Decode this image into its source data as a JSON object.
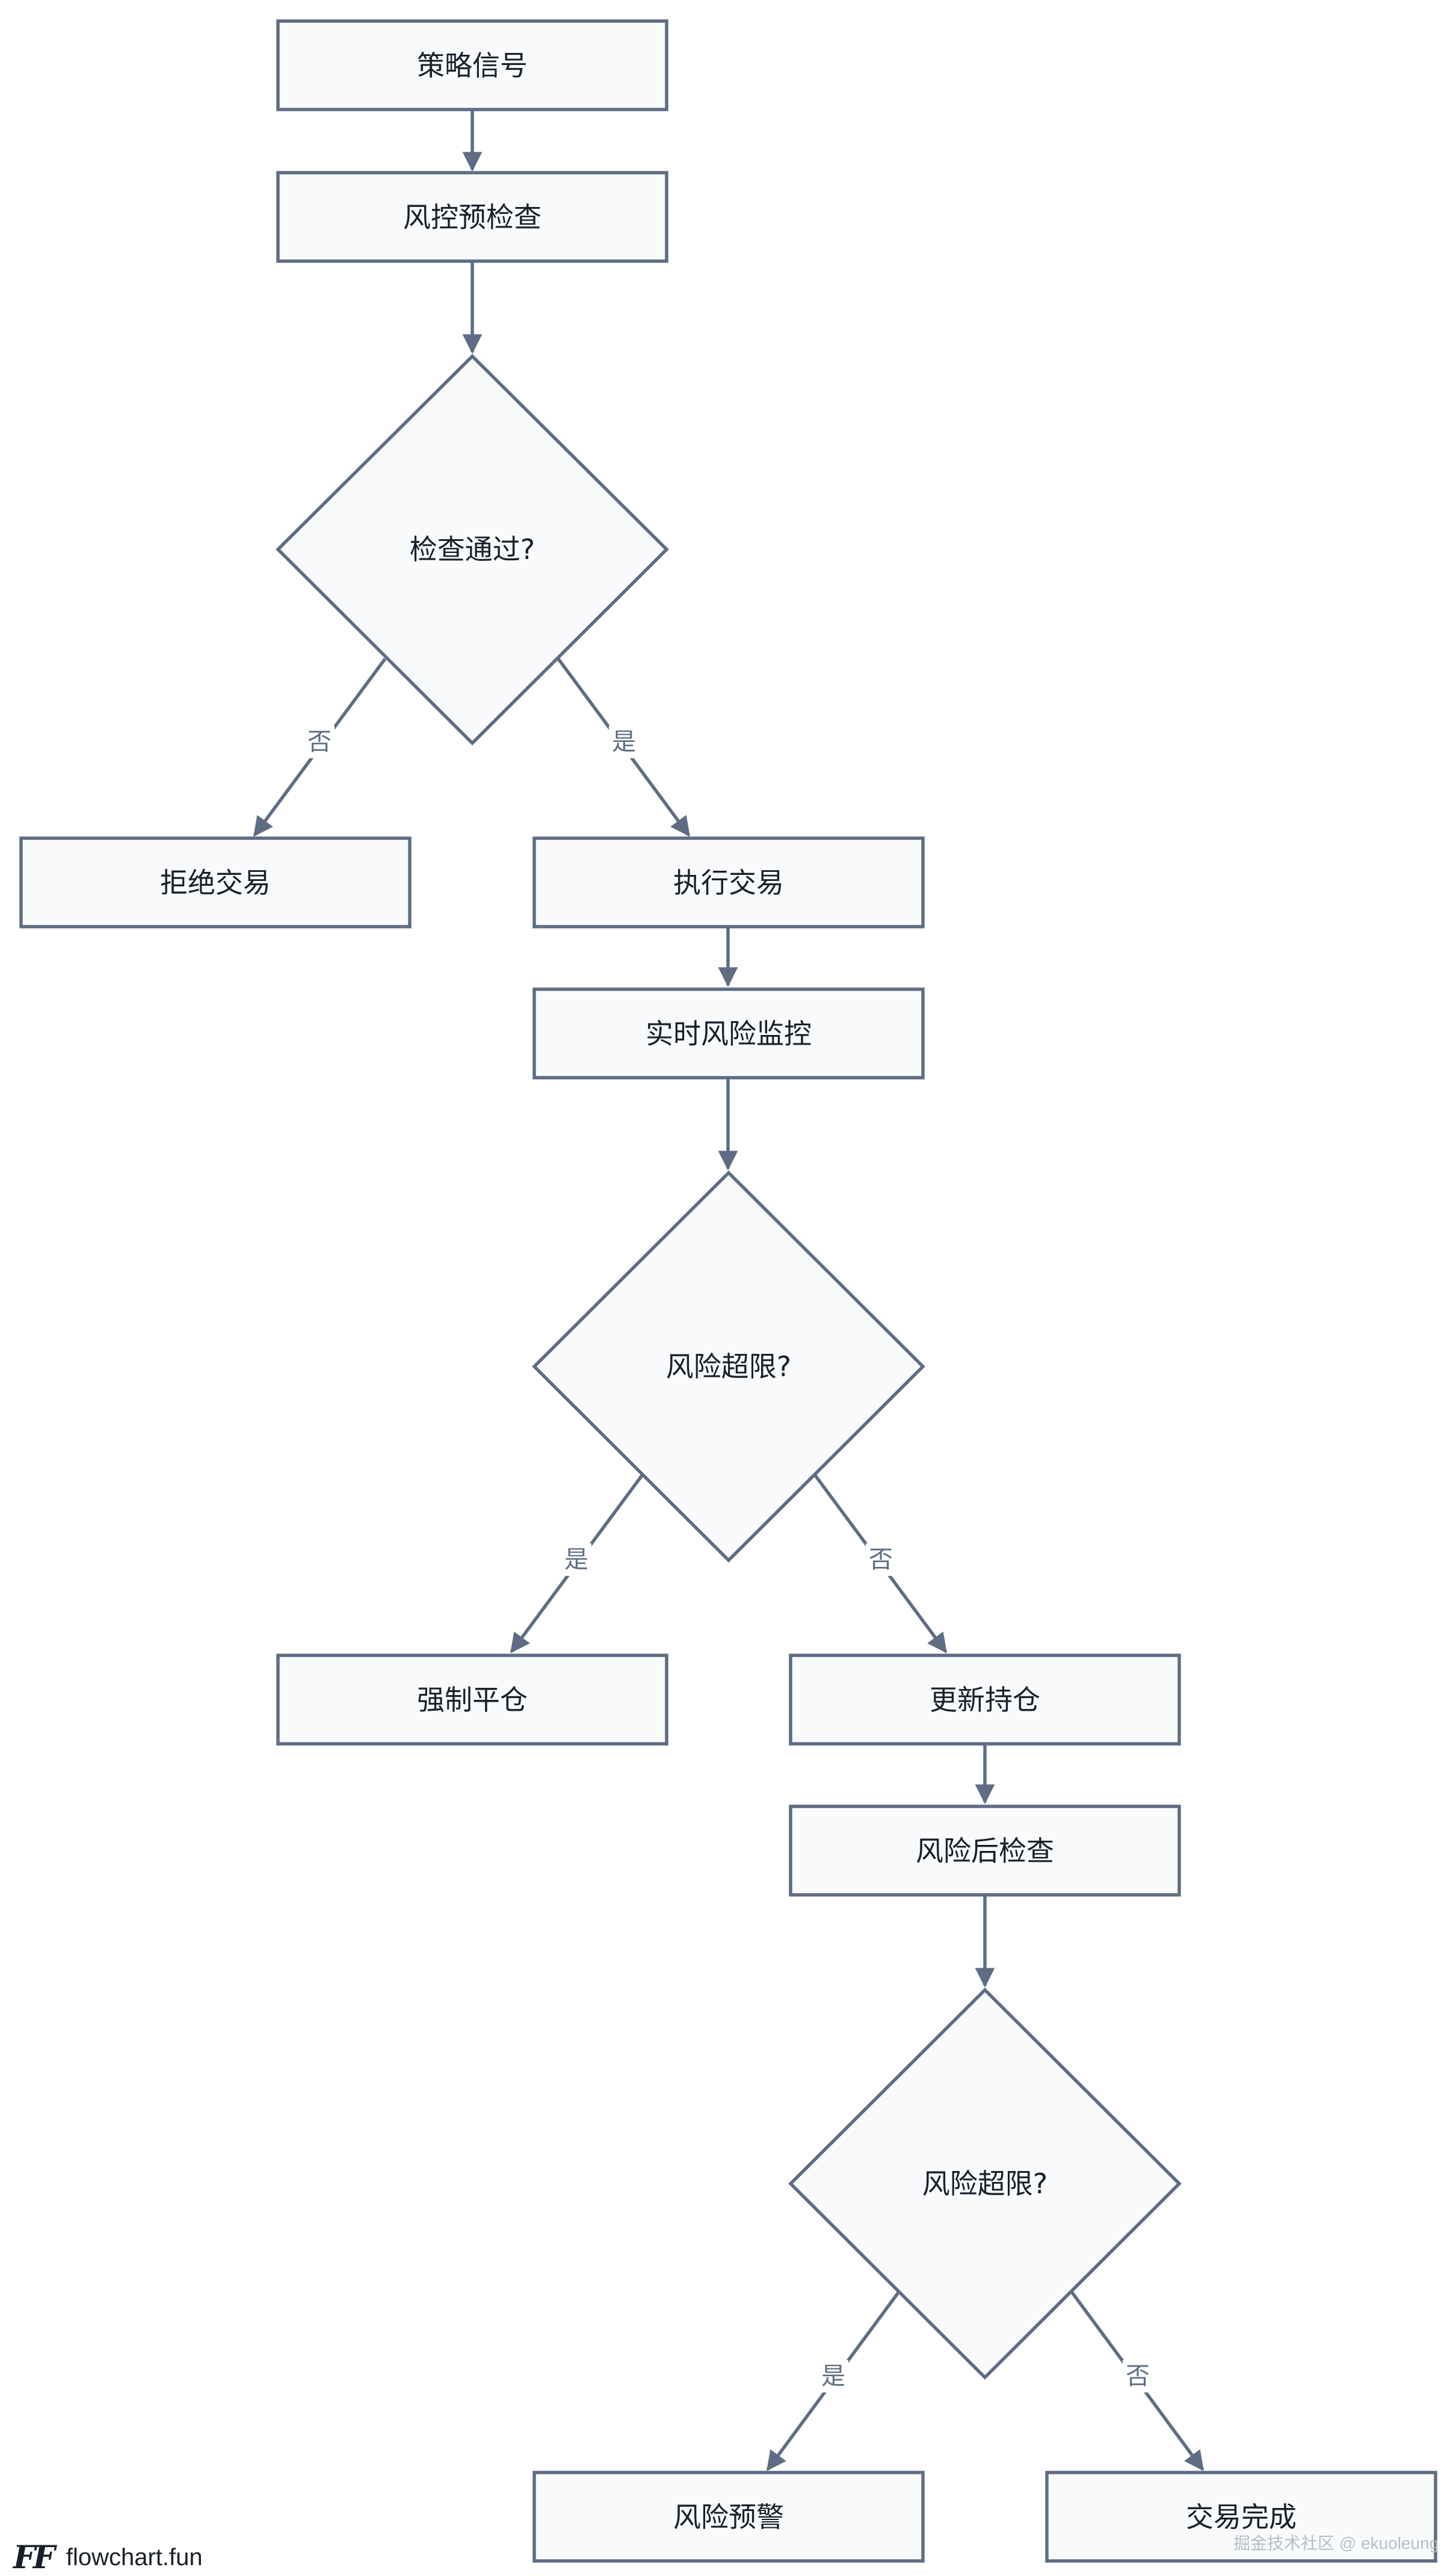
{
  "nodes": {
    "strategy_signal": "策略信号",
    "risk_precheck": "风控预检查",
    "check_passed": "检查通过?",
    "reject_trade": "拒绝交易",
    "execute_trade": "执行交易",
    "realtime_monitor": "实时风险监控",
    "risk_exceeded_1": "风险超限?",
    "force_close": "强制平仓",
    "update_position": "更新持仓",
    "post_risk_check": "风险后检查",
    "risk_exceeded_2": "风险超限?",
    "risk_warning": "风险预警",
    "trade_complete": "交易完成"
  },
  "edge_labels": {
    "no_1": "否",
    "yes_1": "是",
    "yes_2": "是",
    "no_2": "否",
    "yes_3": "是",
    "no_3": "否"
  },
  "footer": {
    "logo": "FF",
    "brand": "flowchart.fun"
  },
  "watermark": "掘金技术社区 @ ekuoleung",
  "colors": {
    "node_fill": "#f8fafc",
    "stroke": "#5f6d84",
    "text": "#1a1f2b"
  }
}
